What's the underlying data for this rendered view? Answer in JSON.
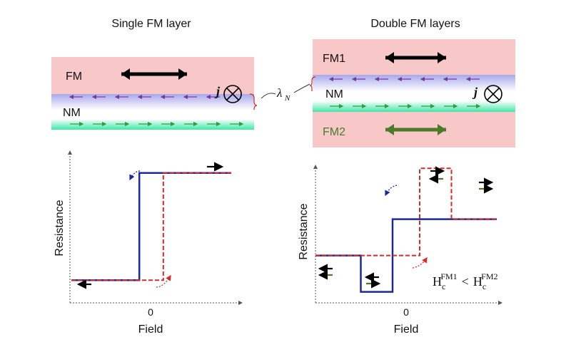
{
  "left_panel": {
    "title": "Single FM layer",
    "fm_label": "FM",
    "nm_label": "NM",
    "current_label": "j",
    "spin_length_label": "λ",
    "spin_length_subscript": "N"
  },
  "right_panel": {
    "title": "Double FM layers",
    "fm1_label": "FM1",
    "nm_label": "NM",
    "fm2_label": "FM2",
    "current_label": "j"
  },
  "left_plot": {
    "ylabel": "Resistance",
    "xlabel": "Field",
    "zero_tick": "0"
  },
  "right_plot": {
    "ylabel": "Resistance",
    "xlabel": "Field",
    "zero_tick": "0",
    "condition": {
      "H1": "H",
      "sub1": "c",
      "sup1": "FM1",
      "lt": "<",
      "H2": "H",
      "sub2": "c",
      "sup2": "FM2"
    }
  },
  "colors": {
    "fm_layer": "#f8c8c8",
    "nm_top": "#a8a8ec",
    "nm_bottom": "#40e6a8",
    "sweep_down": "#1a2a9a",
    "sweep_up": "#d42a2a",
    "spin_up": "#7a3aa0",
    "spin_down": "#3a9a3a",
    "fm2_arrow": "#4a7a2a",
    "bracket": "#d42a2a"
  },
  "chart_data": [
    {
      "type": "line",
      "title": "Single FM layer",
      "xlabel": "Field",
      "ylabel": "Resistance",
      "xlim": [
        -1,
        1
      ],
      "ylim": [
        0,
        1
      ],
      "series": [
        {
          "x": [
            -1,
            -0.15,
            -0.15,
            1
          ],
          "y": [
            0.1,
            0.1,
            0.9,
            0.9
          ]
        },
        {
          "x": [
            -1,
            0.15,
            0.15,
            1
          ],
          "y": [
            0.1,
            0.1,
            0.9,
            0.9
          ]
        }
      ]
    },
    {
      "type": "line",
      "title": "Double FM layers",
      "xlabel": "Field",
      "ylabel": "Resistance",
      "xlim": [
        -1,
        1
      ],
      "ylim": [
        0,
        1
      ],
      "series": [
        {
          "x": [
            -1,
            -0.5,
            -0.5,
            -0.15,
            -0.15,
            1
          ],
          "y": [
            0.35,
            0.35,
            0.1,
            0.1,
            0.6,
            0.6
          ]
        },
        {
          "x": [
            -1,
            0.15,
            0.15,
            0.5,
            0.5,
            1
          ],
          "y": [
            0.35,
            0.35,
            0.95,
            0.95,
            0.6,
            0.6
          ]
        }
      ]
    }
  ]
}
